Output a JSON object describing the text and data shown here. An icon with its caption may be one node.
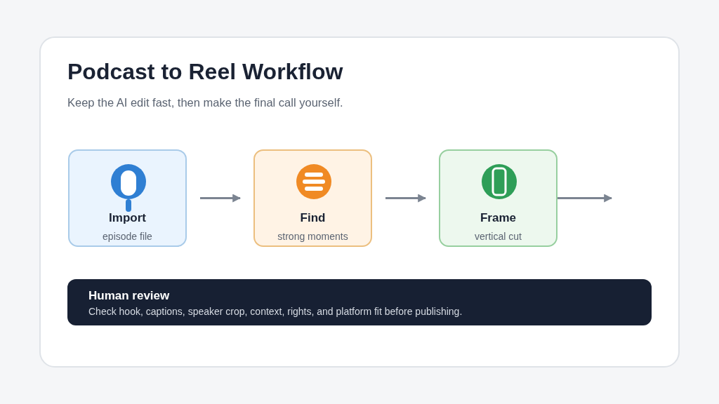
{
  "diagram": {
    "title": "Podcast to Reel Workflow",
    "caption": "Keep the AI edit fast, then make the final call yourself.",
    "nodes": [
      {
        "text": [
          "Import",
          "episode file"
        ]
      },
      {
        "text": [
          "Find",
          "strong moments"
        ]
      },
      {
        "text": [
          "Frame",
          "vertical cut"
        ]
      },
      {
        "text": [
          "Human review",
          "Check hook, captions, speaker crop, context, rights, and platform fit before publishing."
        ]
      }
    ],
    "edges": [
      {
        "from": 0,
        "to": 1,
        "arrow": "to"
      },
      {
        "from": 1,
        "to": 2,
        "arrow": "to"
      },
      {
        "from": 2,
        "to": null,
        "arrow": "to"
      }
    ]
  }
}
